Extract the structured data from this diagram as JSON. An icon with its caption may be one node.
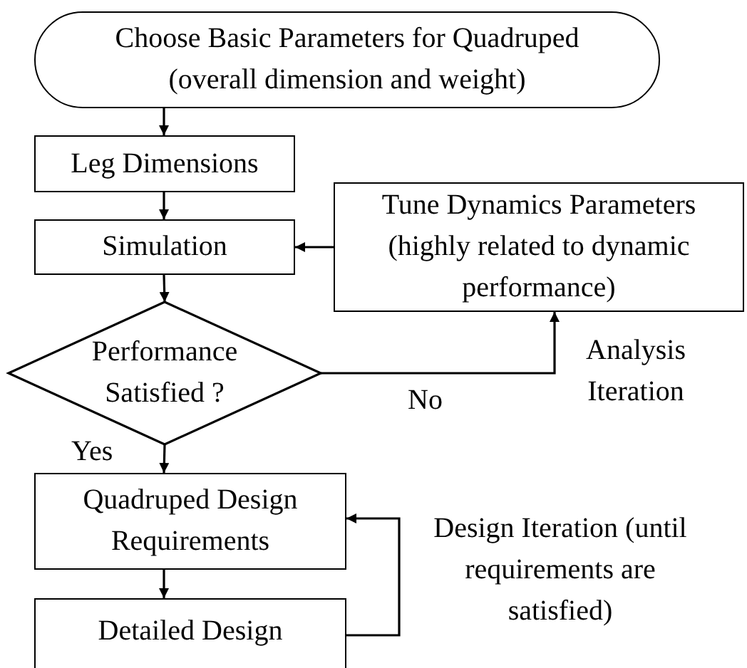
{
  "diagram": {
    "nodes": [
      {
        "text": [
          "Choose Basic Parameters for Quadruped",
          "(overall dimension and weight)"
        ]
      },
      {
        "text": [
          "Leg Dimensions"
        ]
      },
      {
        "text": [
          "Simulation"
        ]
      },
      {
        "text": [
          "Tune Dynamics Parameters",
          "(highly related to dynamic performance)"
        ]
      },
      {
        "text": [
          "Performance Satisfied ?"
        ]
      },
      {
        "text": [
          "Quadruped Design Requirements"
        ]
      },
      {
        "text": [
          "Detailed Design"
        ]
      }
    ],
    "edges": [
      {
        "from": 0,
        "to": 1,
        "arrow": "to"
      },
      {
        "from": 1,
        "to": 2,
        "arrow": "to"
      },
      {
        "from": 3,
        "to": 2,
        "arrow": "to"
      },
      {
        "from": 2,
        "to": 4,
        "arrow": "to"
      },
      {
        "from": 4,
        "to": 3,
        "arrow": "to",
        "label": "No"
      },
      {
        "from": 4,
        "to": 5,
        "arrow": "to",
        "label": "Yes"
      },
      {
        "from": 5,
        "to": 6,
        "arrow": "to"
      },
      {
        "from": 6,
        "to": 5,
        "arrow": "to"
      }
    ],
    "labels": [
      "Analysis Iteration",
      "Design Iteration (until requirements are satisfied)"
    ]
  }
}
